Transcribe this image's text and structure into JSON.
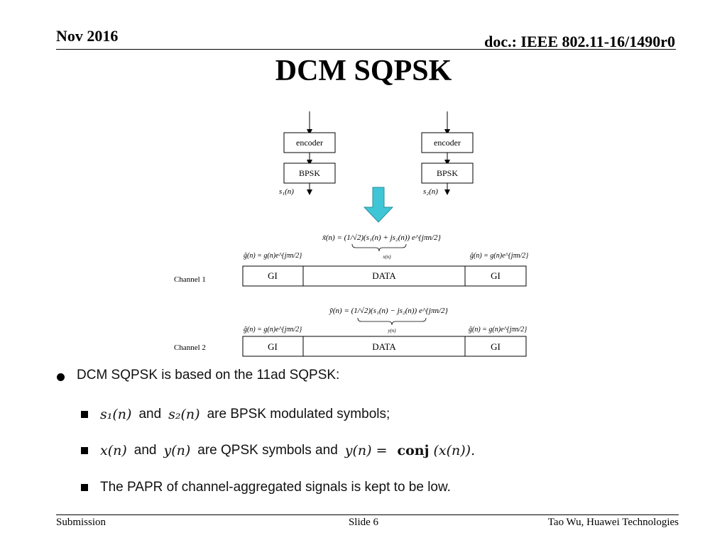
{
  "header": {
    "date": "Nov 2016",
    "doc": "doc.: IEEE 802.11-16/1490r0"
  },
  "title": "DCM SQPSK",
  "diagram": {
    "encoder_label": "encoder",
    "bpsk_label": "BPSK",
    "s1_label": "s₁(n)",
    "s2_label": "s₂(n)",
    "x_formula": "x̃(n) = (1/√2)(s₁(n) + js₂(n)) e^{jπn/2}",
    "x_underbrace": "x(n)",
    "y_formula": "ỹ(n) = (1/√2)(s₁(n) − js₂(n)) e^{jπn/2}",
    "y_underbrace": "y(n)",
    "g_formula": "ĝ(n) = g(n)e^{jπn/2}",
    "channel1_label": "Channel 1",
    "channel2_label": "Channel 2",
    "gi_label": "GI",
    "data_label": "DATA",
    "arrow_color": "#3ec6d6"
  },
  "bullets": {
    "main": "DCM SQPSK is based on the 11ad SQPSK:",
    "item1": {
      "s1": "s₁(n)",
      "and": "and",
      "s2": "s₂(n)",
      "text": "are BPSK modulated symbols;"
    },
    "item2": {
      "x": "x(n)",
      "and": "and",
      "y": "y(n)",
      "text": "are QPSK symbols and",
      "eq_y": "y(n) =",
      "conj": "conj",
      "eq_x": "(x(n))."
    },
    "item3": "The PAPR of channel-aggregated signals is kept to be low."
  },
  "footer": {
    "left": "Submission",
    "center": "Slide 6",
    "right": "Tao Wu, Huawei Technologies"
  }
}
